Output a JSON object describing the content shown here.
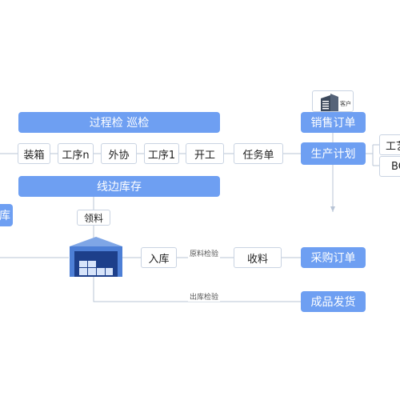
{
  "nodes": {
    "inspection": "过程检  巡检",
    "line_stock": "线边库存",
    "sales_order": "销售订单",
    "production_plan": "生产计划",
    "purchase_order": "采购订单",
    "finished_shipping": "成品发货",
    "assembly": "装箱",
    "step_n": "工序n",
    "outsourcing": "外协",
    "step_1": "工序1",
    "start_work": "开工",
    "task_order": "任务单",
    "picking": "领料",
    "warehousing": "入库",
    "receiving": "收料",
    "process_partial": "工艺",
    "bom_partial": "BO",
    "left_partial": "库",
    "customer": "客户"
  },
  "edge_labels": {
    "material_inspection": "原料检验",
    "outbound_inspection": "出库检验"
  },
  "colors": {
    "accent": "#6e9ff2",
    "line": "#b8c4d6",
    "box_border": "#c9d3e2"
  },
  "icons": {
    "warehouse": "warehouse-icon",
    "customer": "building-icon"
  }
}
